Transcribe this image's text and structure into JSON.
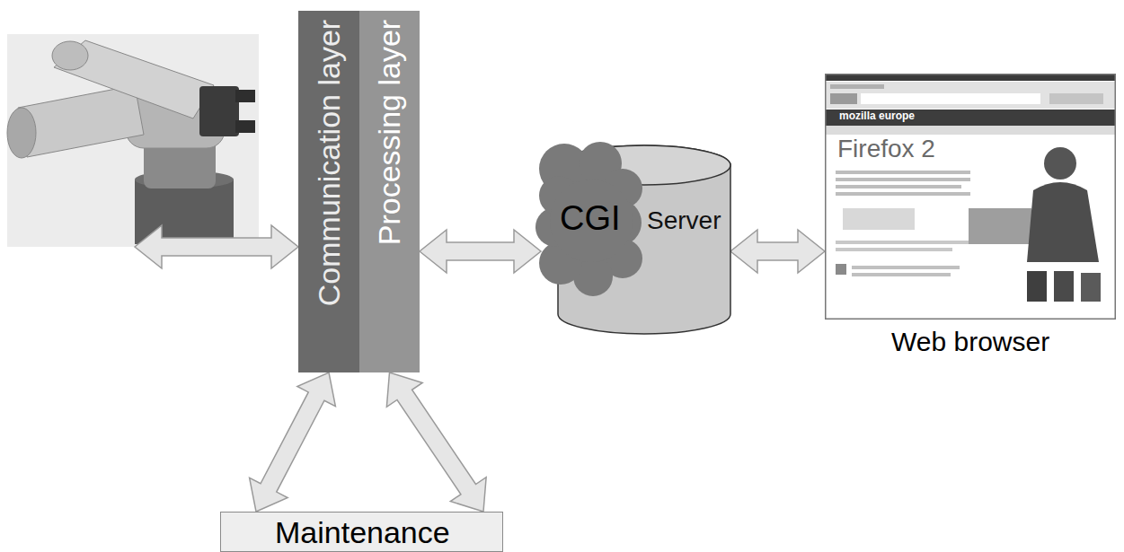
{
  "diagram": {
    "nodes": [
      {
        "text": [
          "Communication layer"
        ]
      },
      {
        "text": [
          "Processing layer"
        ]
      },
      {
        "text": [
          "CGI"
        ]
      },
      {
        "text": [
          "Server"
        ]
      },
      {
        "text": [
          "Web browser"
        ]
      },
      {
        "text": [
          "Maintenance"
        ]
      }
    ],
    "edges": [
      {
        "from": 1,
        "to": 2,
        "arrow": "both"
      },
      {
        "from": 3,
        "to": 4,
        "arrow": "both"
      },
      {
        "from": 5,
        "to": 0,
        "arrow": "both"
      },
      {
        "from": 5,
        "to": 1,
        "arrow": "both"
      }
    ],
    "labels": [
      "mozilla europe",
      "Firefox 2"
    ]
  }
}
